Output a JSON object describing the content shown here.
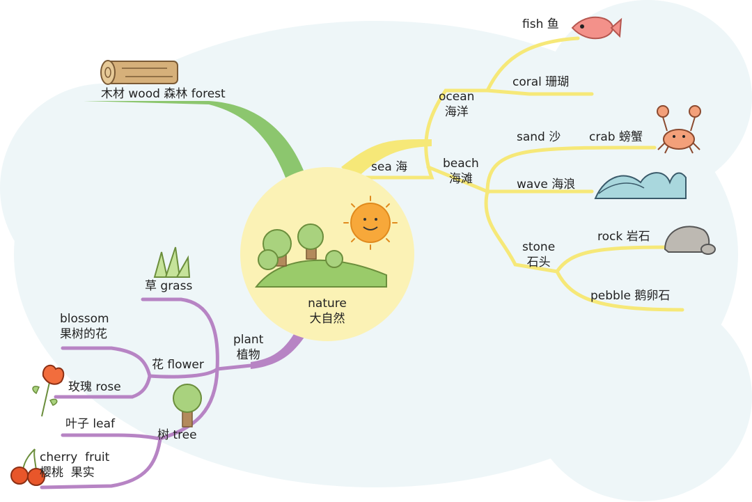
{
  "center": {
    "en": "nature",
    "zh": "大自然"
  },
  "sea": {
    "label": "sea 海",
    "ocean": {
      "en": "ocean",
      "zh": "海洋",
      "fish": "fish 鱼",
      "coral": "coral 珊瑚"
    },
    "beach": {
      "en": "beach",
      "zh": "海滩",
      "sand": "sand 沙",
      "crab": "crab 螃蟹",
      "wave": "wave 海浪"
    },
    "stone": {
      "en": "stone",
      "zh": "石头",
      "rock": "rock 岩石",
      "pebble": "pebble 鹅卵石"
    }
  },
  "forest": {
    "label": "木材 wood  森林 forest"
  },
  "plant": {
    "en": "plant",
    "zh": "植物",
    "grass": "草 grass",
    "flower": "花 flower",
    "blossom_en": "blossom",
    "blossom_zh": "果树的花",
    "rose": "玫瑰 rose",
    "tree": "树 tree",
    "leaf": "叶子 leaf",
    "fruit_en": "cherry  fruit",
    "fruit_zh": "樱桃  果实"
  },
  "colors": {
    "sea_branch": "#f6e878",
    "forest_branch": "#8cc66e",
    "plant_branch": "#b784c4",
    "center_fill": "#fbf2b5",
    "background_cloud": "#eef6f8"
  },
  "icons": [
    "wood-log-icon",
    "fish-icon",
    "crab-icon",
    "wave-icon",
    "rock-icon",
    "sun-icon",
    "trees-hill-icon",
    "grass-icon",
    "rose-icon",
    "tree-icon",
    "cherry-icon"
  ]
}
